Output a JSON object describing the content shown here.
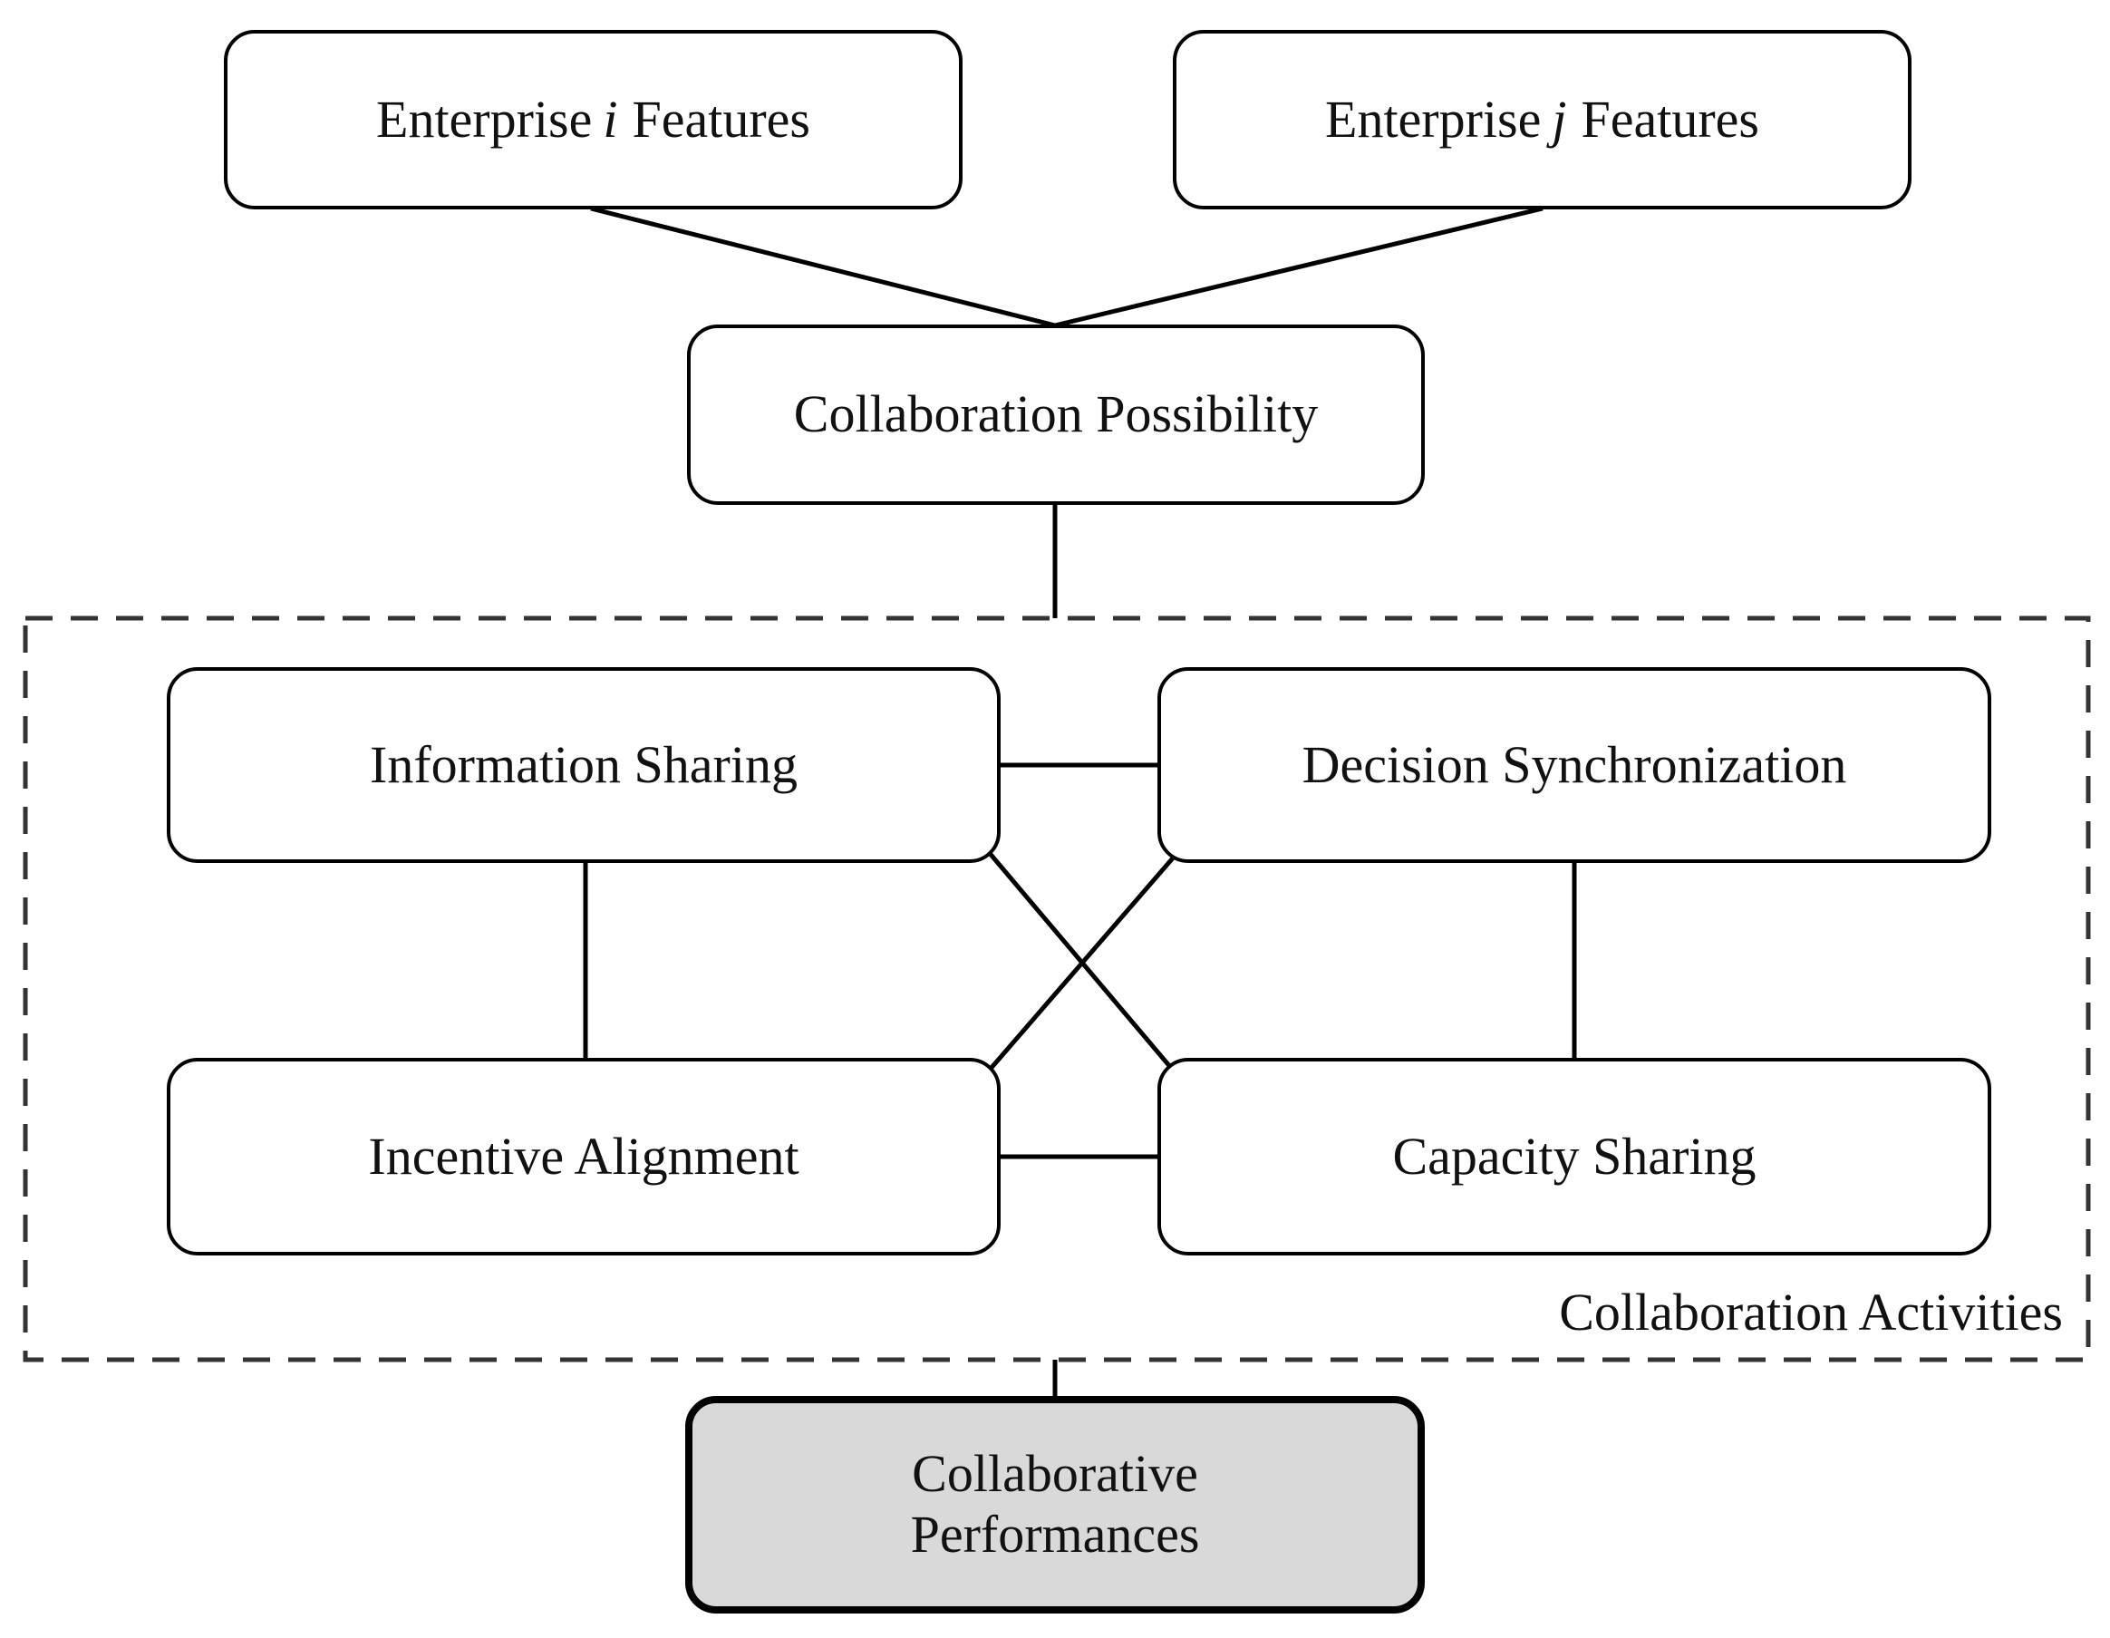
{
  "nodes": {
    "enterprise_i": {
      "prefix": "Enterprise",
      "var": "i",
      "suffix": "Features"
    },
    "enterprise_j": {
      "prefix": "Enterprise",
      "var": "j",
      "suffix": "Features"
    },
    "collaboration_possibility": {
      "label": "Collaboration Possibility"
    },
    "information_sharing": {
      "label": "Information Sharing"
    },
    "decision_synchronization": {
      "label": "Decision Synchronization"
    },
    "incentive_alignment": {
      "label": "Incentive Alignment"
    },
    "capacity_sharing": {
      "label": "Capacity Sharing"
    },
    "collaborative_performances": {
      "line1": "Collaborative",
      "line2": "Performances"
    }
  },
  "group": {
    "label": "Collaboration Activities"
  },
  "edges": [
    {
      "from": "enterprise_i",
      "to": "collaboration_possibility"
    },
    {
      "from": "enterprise_j",
      "to": "collaboration_possibility"
    },
    {
      "from": "collaboration_possibility",
      "to": "collaboration_activities"
    },
    {
      "from": "information_sharing",
      "to": "decision_synchronization"
    },
    {
      "from": "information_sharing",
      "to": "incentive_alignment"
    },
    {
      "from": "information_sharing",
      "to": "capacity_sharing"
    },
    {
      "from": "decision_synchronization",
      "to": "incentive_alignment"
    },
    {
      "from": "decision_synchronization",
      "to": "capacity_sharing"
    },
    {
      "from": "incentive_alignment",
      "to": "capacity_sharing"
    },
    {
      "from": "collaboration_activities",
      "to": "collaborative_performances"
    }
  ],
  "colors": {
    "stroke": "#000000",
    "group_border": "#333333",
    "output_fill": "#d9d9d9"
  }
}
